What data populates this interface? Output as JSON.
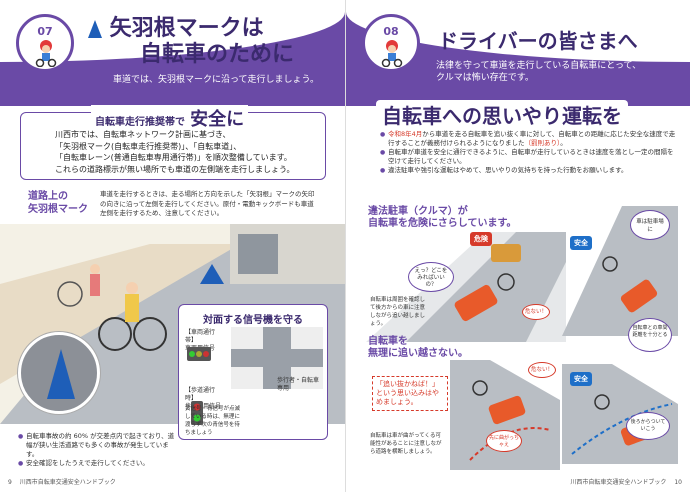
{
  "left": {
    "badge_num": "07",
    "title_line1": "矢羽根マークは",
    "title_line2": "自転車のために",
    "subtitle": "車道では、矢羽根マークに沿って走行しましょう。",
    "promo_small": "自転車走行推奨帯で",
    "promo_big": "安全に",
    "intro_lines": [
      "川西市では、自転車ネットワーク計画に基づき、",
      "「矢羽根マーク(自転車走行推奨帯)」、「自転車道」、",
      "「自転車レーン(普通自転車専用通行帯)」を順次整備しています。",
      "これらの道路標示が無い場所でも車道の左側端を走行しましょう。"
    ],
    "road_mark_label_1": "道路上の",
    "road_mark_label_2": "矢羽根マーク",
    "road_mark_desc": "車道を走行するときは、走る場所と方向を示した「矢羽根」マークの矢印の向きに沿って左側を走行してください。原付・電動キックボードも車道左側を走行するため、注意してください。",
    "signal_title": "対面する信号機を守る",
    "signal_label_car": "【車両通行帯】\n車両用信号",
    "signal_label_bike": "【歩道通行時】\n歩行者用信号",
    "signal_note": "歩行者・自転車専用",
    "signal_right_note": "黄信号・青信号が点滅している時は、無理に渡らず次の青信号を待ちましょう",
    "bullets": [
      "自転車事故の約 60% が交差点内で起きており、道幅が狭い生活道路でも多くの事故が発生しています。",
      "安全確認をしたうえで走行してください。"
    ],
    "page_num": "9",
    "footer_text": "川西市自転車交通安全ハンドブック"
  },
  "right": {
    "badge_num": "08",
    "title": "ドライバーの皆さまへ",
    "subtitle_1": "法律を守って車道を走行している自転車にとって、",
    "subtitle_2": "クルマは怖い存在です。",
    "heading": "自転車への思いやり運転を",
    "bullets": [
      "令和8年4月から車道を走る自転車を追い抜く車に対して、自転車との距離に応じた安全な速度で走行することが義務付けられるようになりました（罰則あり）。",
      "自転車が車道を安全に通行できるように、自転車が走行しているときは速度を落とし一定の間隔を空けて走行してください。",
      "違法駐車や強引な運転はやめて、思いやりの気持ちを持った行動をお願いします。"
    ],
    "bullet1_highlight_a": "令和8年4月",
    "bullet1_highlight_b": "（罰則あり）",
    "parking_title_1": "違法駐車（クルマ）が",
    "parking_title_2": "自転車を危険にさらしています。",
    "danger_label": "危険",
    "safe_label": "安全",
    "speech_1": "えっ？どこをみればいいの？",
    "speech_2": "危ない！",
    "parking_desc": "自転車は周囲を確認して後方からの車に注意しながら追い越しましょう。",
    "car_tag": "車は駐車場に",
    "gap_tag": "自転車との車間距離を十分とる",
    "overtake_title_1": "自転車を",
    "overtake_title_2": "無理に追い越さない。",
    "overtake_quote": "「追い抜かねば！」という思い込みはやめましょう。",
    "overtake_desc": "自転車は車が曲がってくる可能性があることに注意しながら道路を横断しましょう。",
    "speech_3": "危ない！",
    "speech_4": "先に曲がっちゃえ",
    "follow_tag": "後ろからついていこう",
    "page_num": "10",
    "footer_text": "川西市自転車交通安全ハンドブック"
  },
  "colors": {
    "purple": "#6a4aa6",
    "dark_purple": "#3b2a6e",
    "arrow_blue": "#1e5eb8",
    "danger_red": "#d63a2a",
    "safe_blue": "#1e6fc8"
  }
}
